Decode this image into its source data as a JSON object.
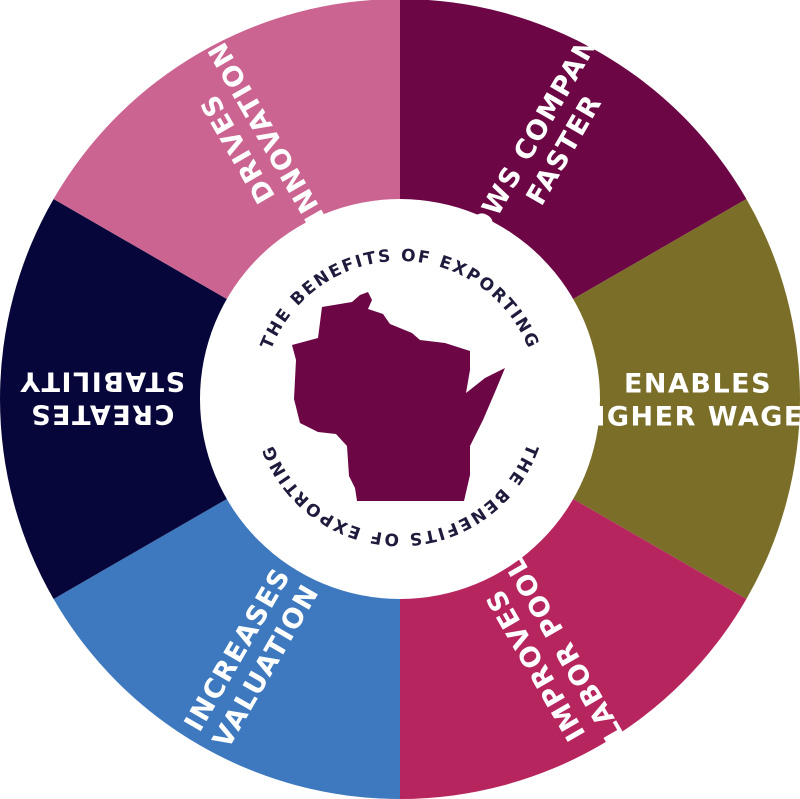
{
  "center": {
    "ring_text_top": "THE BENEFITS OF EXPORTING",
    "ring_text_bottom": "THE BENEFITS OF EXPORTING",
    "icon": "wisconsin-state-icon",
    "icon_color": "#6c0645"
  },
  "segments": [
    {
      "id": "grows-companies",
      "lines": [
        "GROWS COMPANIES",
        "FASTER"
      ],
      "color": "#6c0645"
    },
    {
      "id": "enables-higher-wages",
      "lines": [
        "ENABLES",
        "HIGHER WAGES"
      ],
      "color": "#7a6e28"
    },
    {
      "id": "improves-labor-pool",
      "lines": [
        "IMPROVES",
        "LABOR POOL"
      ],
      "color": "#b7255f"
    },
    {
      "id": "increases-valuation",
      "lines": [
        "INCREASES",
        "VALUATION"
      ],
      "color": "#3e79bf"
    },
    {
      "id": "creates-stability",
      "lines": [
        "CREATES",
        "STABILITY"
      ],
      "color": "#06063a"
    },
    {
      "id": "drives-innovation",
      "lines": [
        "DRIVES",
        "INNOVATION"
      ],
      "color": "#cb6490"
    }
  ]
}
